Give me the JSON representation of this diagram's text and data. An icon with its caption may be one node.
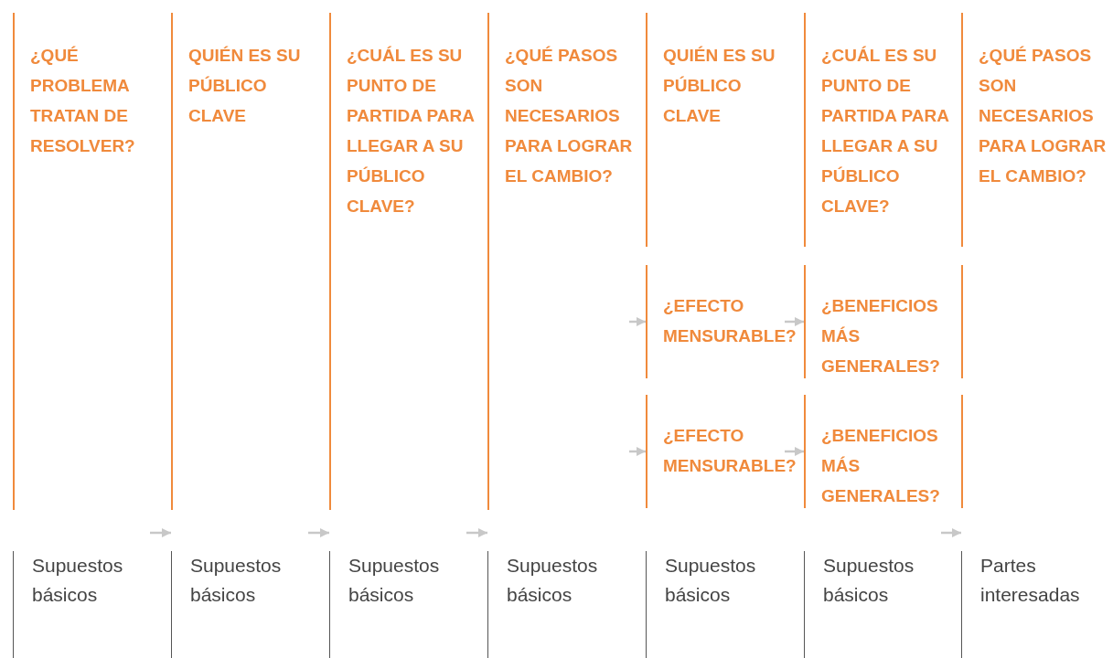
{
  "diagram": {
    "nodes": [
      {
        "text": [
          "¿QUÉ PROBLEMA TRATAN DE RESOLVER?"
        ]
      },
      {
        "text": [
          "QUIÉN ES SU PÚBLICO CLAVE"
        ]
      },
      {
        "text": [
          "¿CUÁL ES SU PUNTO DE PARTIDA PARA LLEGAR A SU PÚBLICO CLAVE?"
        ]
      },
      {
        "text": [
          "¿QUÉ PASOS SON NECESARIOS PARA LOGRAR EL CAMBIO?"
        ]
      },
      {
        "text": [
          "QUIÉN ES SU PÚBLICO CLAVE"
        ]
      },
      {
        "text": [
          "¿CUÁL ES SU PUNTO DE PARTIDA PARA LLEGAR A SU PÚBLICO CLAVE?"
        ]
      },
      {
        "text": [
          "¿QUÉ PASOS SON NECESARIOS PARA LOGRAR EL CAMBIO?"
        ]
      },
      {
        "text": [
          "¿EFECTO MENSURABLE?"
        ]
      },
      {
        "text": [
          "¿BENEFICIOS MÁS GENERALES?"
        ]
      },
      {
        "text": [],
        "shape": "bar"
      },
      {
        "text": [
          "¿EFECTO MENSURABLE?"
        ]
      },
      {
        "text": [
          "¿BENEFICIOS MÁS GENERALES?"
        ]
      },
      {
        "text": [],
        "shape": "bar"
      },
      {
        "text": [
          "Supuestos básicos"
        ]
      },
      {
        "text": [
          "Supuestos básicos"
        ]
      },
      {
        "text": [
          "Supuestos básicos"
        ]
      },
      {
        "text": [
          "Supuestos básicos"
        ]
      },
      {
        "text": [
          "Supuestos básicos"
        ]
      },
      {
        "text": [
          "Supuestos básicos"
        ]
      },
      {
        "text": [
          "Partes interesadas"
        ]
      }
    ],
    "edges": [
      {
        "from": 13,
        "to": 14,
        "arrow": "to"
      },
      {
        "from": 14,
        "to": 15,
        "arrow": "to"
      },
      {
        "from": 15,
        "to": 16,
        "arrow": "to"
      },
      {
        "from": 18,
        "to": 19,
        "arrow": "to"
      },
      {
        "from": 3,
        "to": 7,
        "arrow": "to"
      },
      {
        "from": 7,
        "to": 8,
        "arrow": "to"
      },
      {
        "from": 3,
        "to": 10,
        "arrow": "to"
      },
      {
        "from": 10,
        "to": 11,
        "arrow": "to"
      }
    ]
  }
}
